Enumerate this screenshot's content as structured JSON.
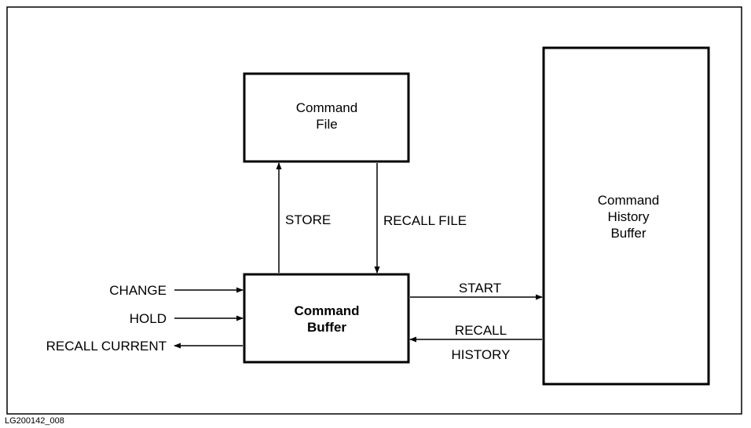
{
  "boxes": {
    "command_file": {
      "line1": "Command",
      "line2": "File"
    },
    "command_buffer": {
      "line1": "Command",
      "line2": "Buffer"
    },
    "history_buffer": {
      "line1": "Command",
      "line2": "History",
      "line3": "Buffer"
    }
  },
  "arrows": {
    "store": "STORE",
    "recall_file": "RECALL FILE",
    "change": "CHANGE",
    "hold": "HOLD",
    "recall_current": "RECALL CURRENT",
    "start": "START",
    "recall": "RECALL",
    "history": "HISTORY"
  },
  "figure_id": "LG200142_008",
  "colors": {
    "ink": "#000000",
    "background": "#ffffff"
  }
}
